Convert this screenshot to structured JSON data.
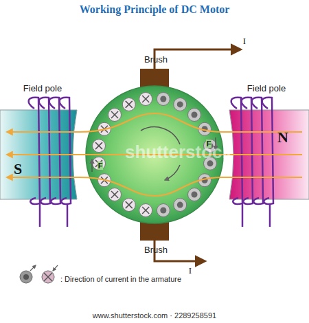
{
  "diagram": {
    "title": "Working Principle of DC Motor",
    "nodes": [
      {
        "text": [
          "S"
        ]
      },
      {
        "text": [
          "N"
        ]
      }
    ],
    "labels": [
      "Brush",
      "I",
      "Field pole",
      "Field pole",
      "F",
      "F",
      "Brush",
      "I",
      "shutterstock",
      "www.shutterstock.com · 2289258591"
    ],
    "legend": [
      {
        "text": ": Direction of current in the armature"
      }
    ]
  }
}
